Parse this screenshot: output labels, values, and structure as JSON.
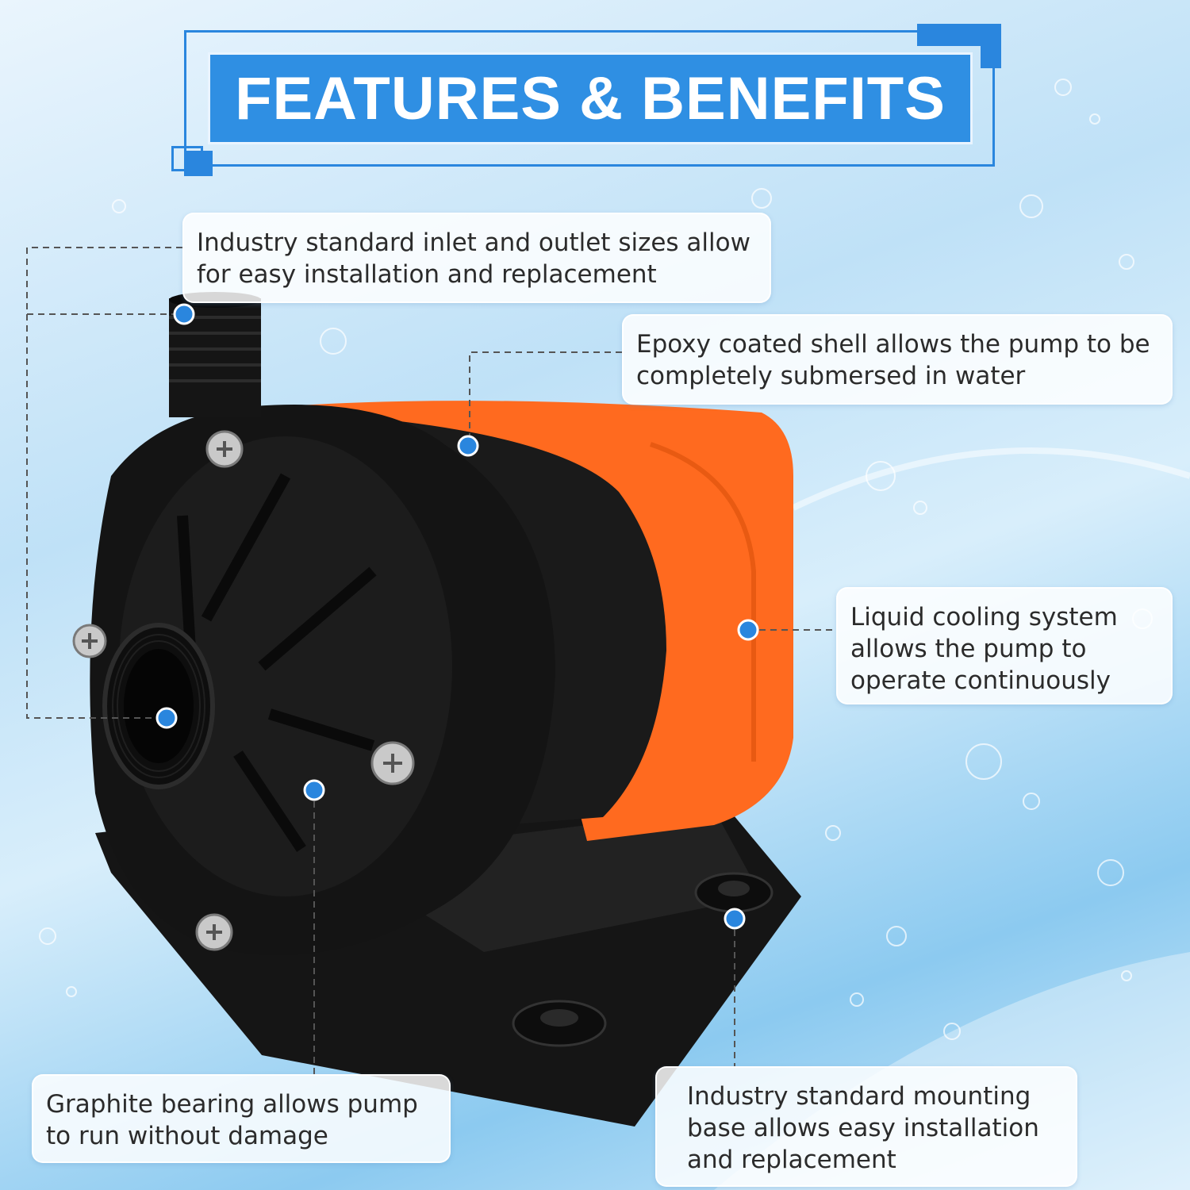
{
  "header": {
    "title": "FEATURES & BENEFITS"
  },
  "callouts": [
    {
      "id": "inlet-outlet",
      "lines": [
        "Industry standard inlet and outlet sizes allow",
        "for easy installation and replacement"
      ]
    },
    {
      "id": "epoxy-shell",
      "lines": [
        "Epoxy coated shell allows the pump to be",
        "completely submersed in water"
      ]
    },
    {
      "id": "liquid-cooling",
      "lines": [
        "Liquid cooling system",
        "allows the pump to",
        "operate continuously"
      ]
    },
    {
      "id": "graphite-bearing",
      "lines": [
        "Graphite bearing allows pump",
        "to run without damage"
      ]
    },
    {
      "id": "mounting-base",
      "lines": [
        "Industry standard mounting",
        "base allows easy installation",
        "and replacement"
      ]
    }
  ],
  "colors": {
    "accent_blue": "#2f8fe3",
    "pump_orange": "#ff6a1f",
    "pump_black": "#141414",
    "marker_blue": "#2a86de"
  }
}
